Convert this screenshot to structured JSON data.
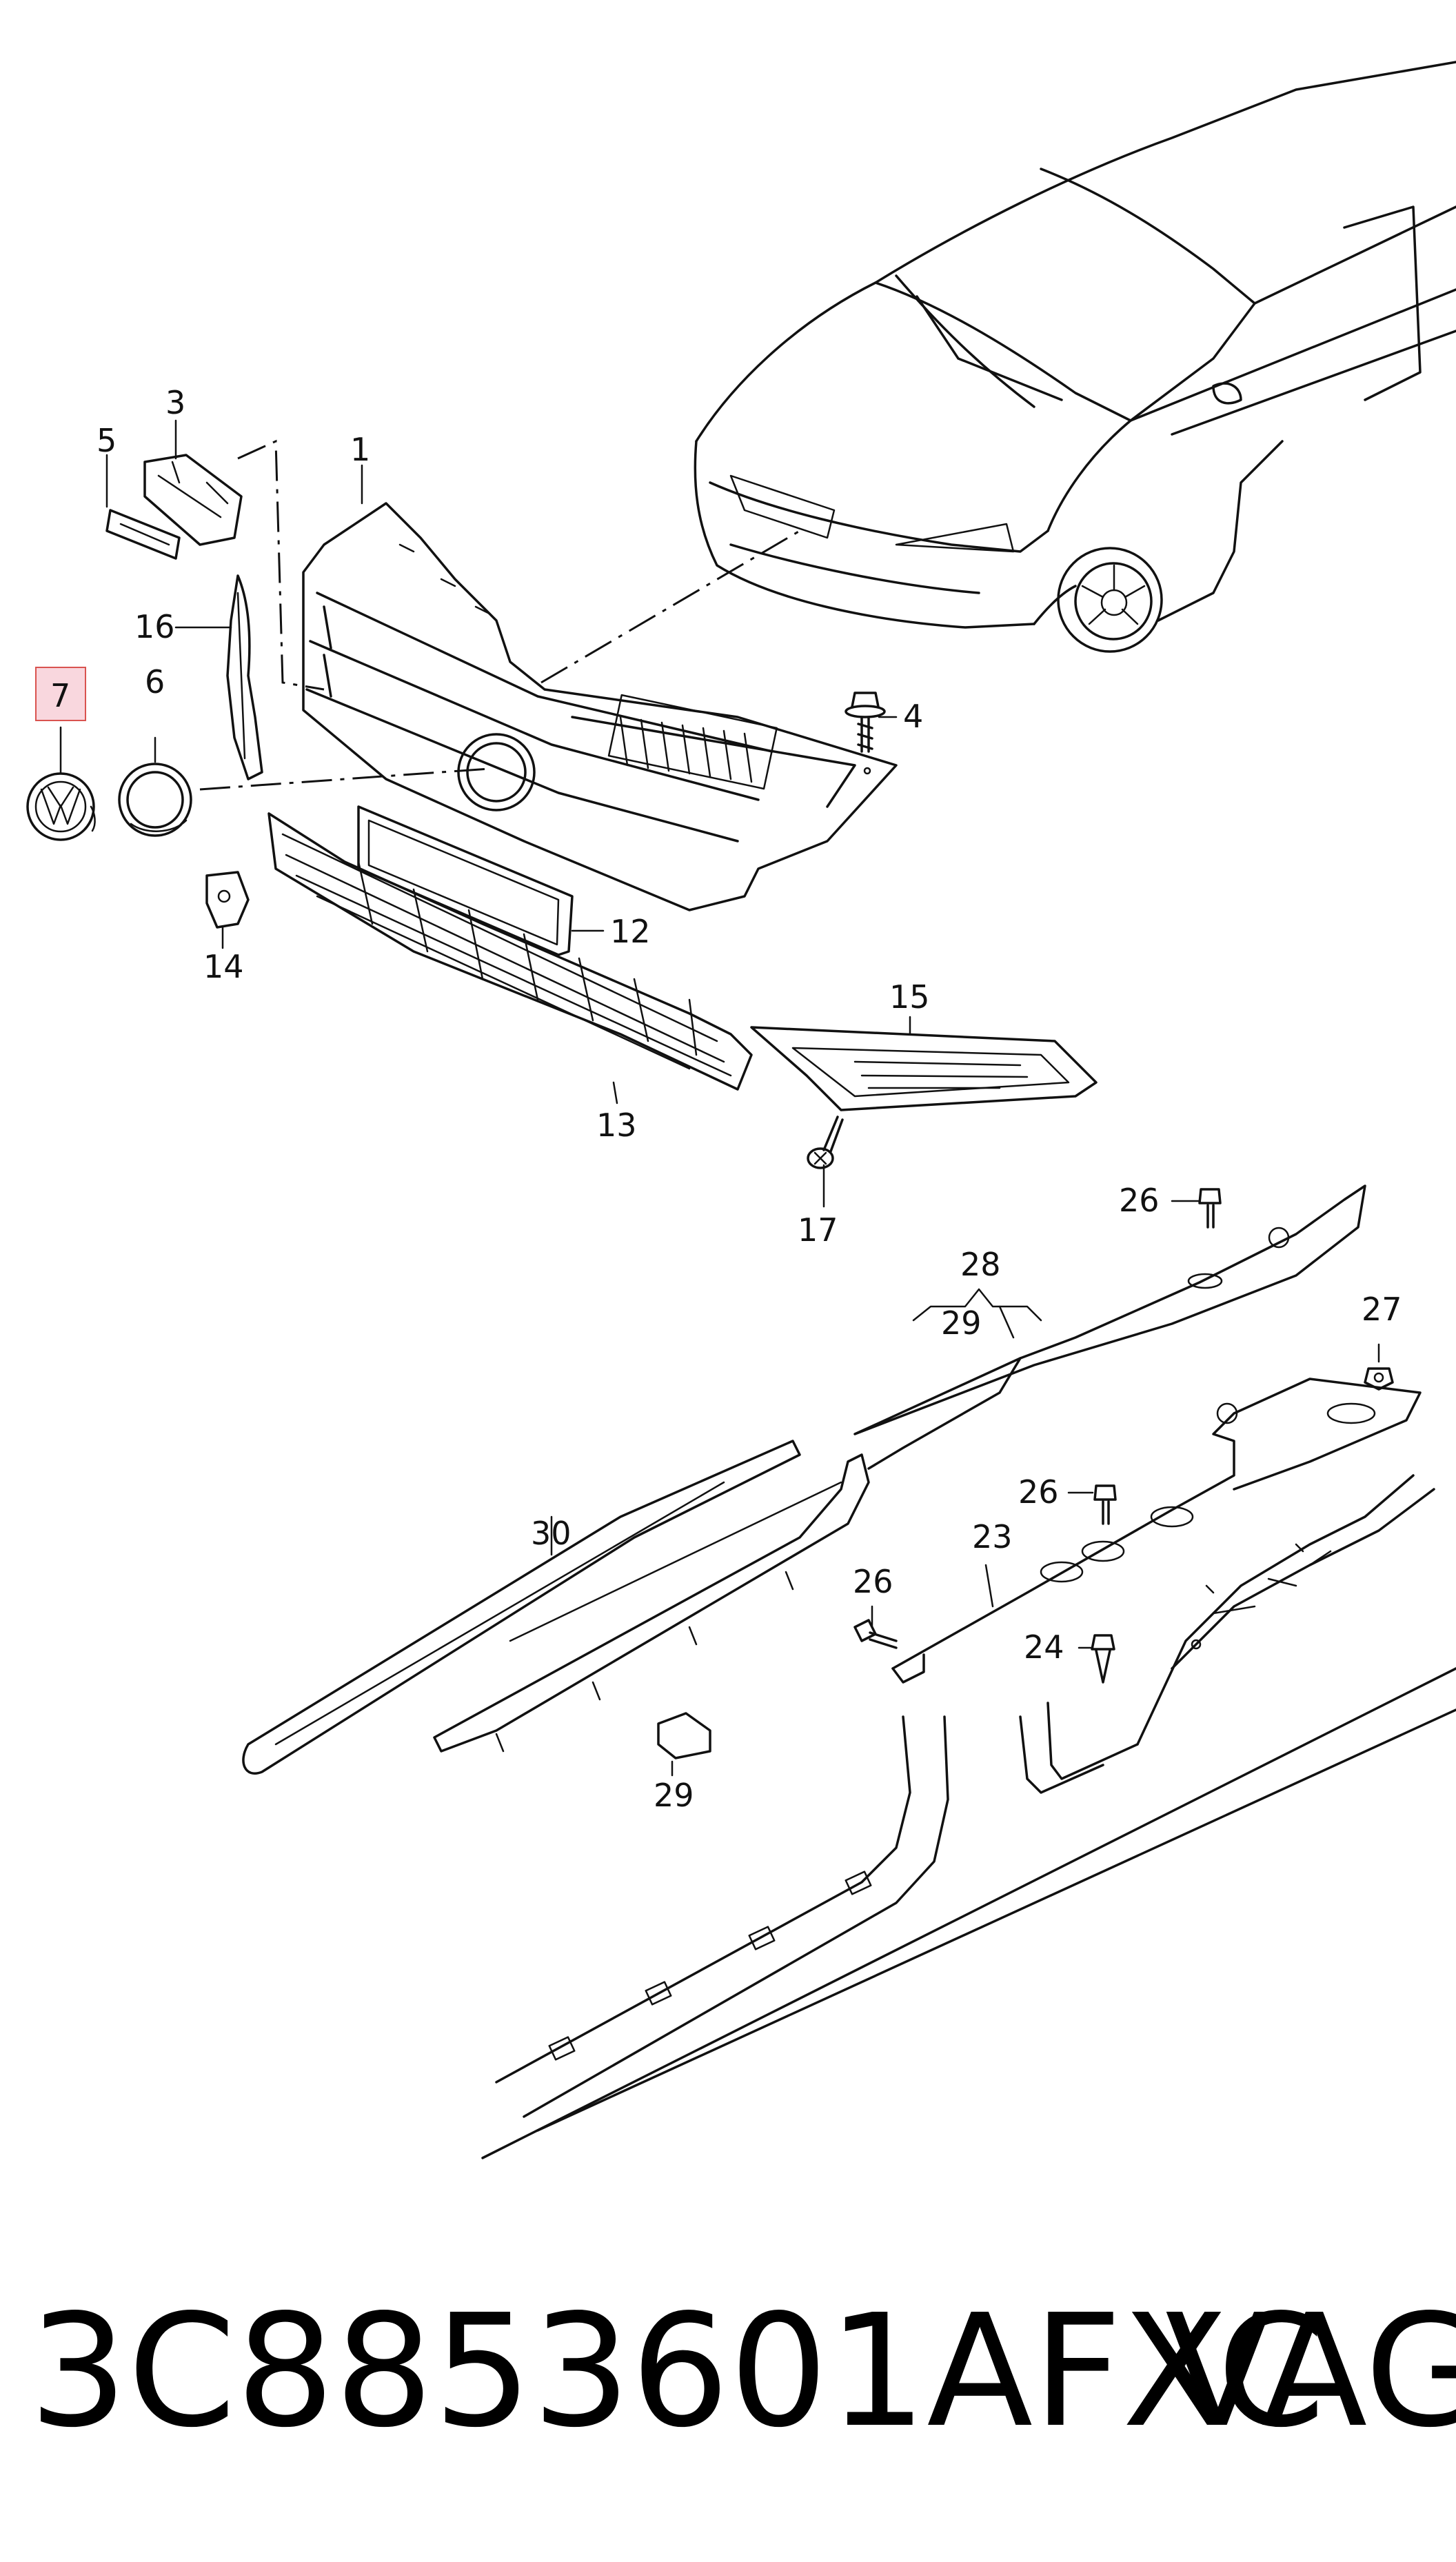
{
  "diagram": {
    "highlight_color": "#f9d7de",
    "highlight_border": "#d9534f",
    "labels": {
      "l1": "1",
      "l3": "3",
      "l4": "4",
      "l5": "5",
      "l6": "6",
      "l7": "7",
      "l12": "12",
      "l13": "13",
      "l14": "14",
      "l15": "15",
      "l16": "16",
      "l17": "17",
      "l23": "23",
      "l24": "24",
      "l26a": "26",
      "l26b": "26",
      "l26c": "26",
      "l27": "27",
      "l28": "28",
      "l29a": "29",
      "l29b": "29",
      "l30": "30"
    },
    "highlighted_part": "7"
  },
  "footer": {
    "part_number": "3C8853601AFXC",
    "manufacturer": "VAG"
  }
}
